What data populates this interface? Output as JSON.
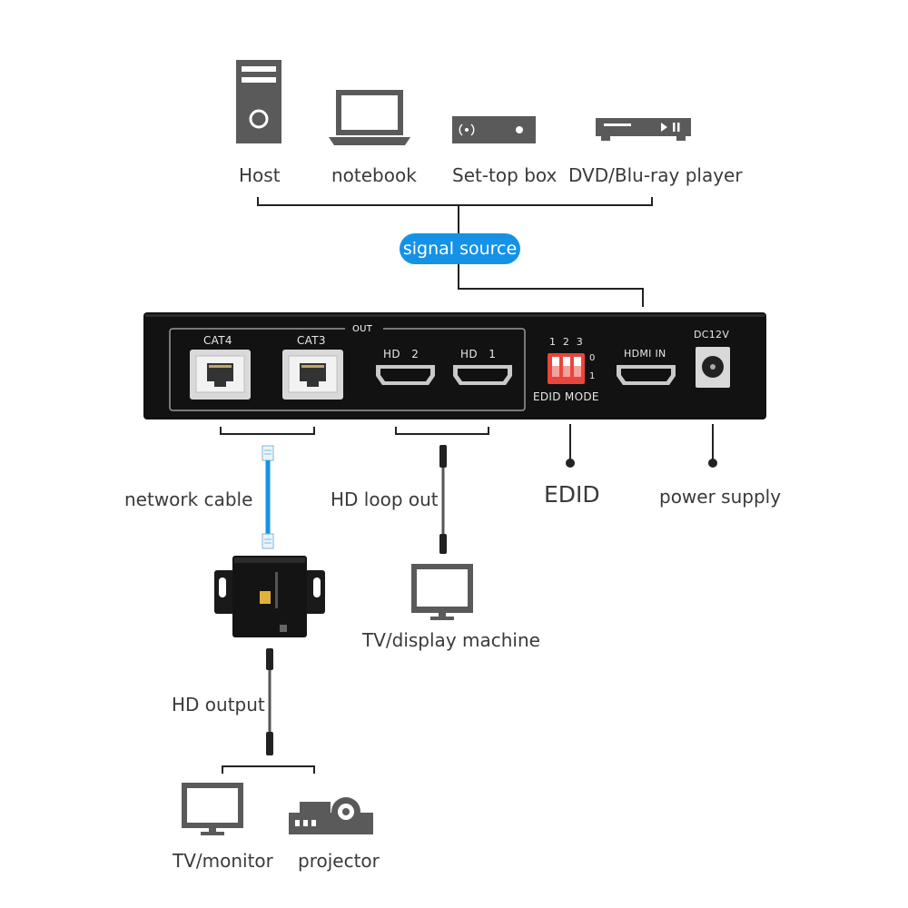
{
  "sources": {
    "host": "Host",
    "notebook": "notebook",
    "settop": "Set-top box",
    "dvd": "DVD/Blu-ray player"
  },
  "signal_source": "signal source",
  "device": {
    "out": "OUT",
    "cat4": "CAT4",
    "cat3": "CAT3",
    "hd2": "HD   2",
    "hd1": "HD   1",
    "dip_nums": "1  2  3",
    "dip_zero": "0",
    "dip_one": "1",
    "edid_mode": "EDID MODE",
    "hdmi_in": "HDMI IN",
    "dc": "DC12V"
  },
  "outputs": {
    "network_cable": "network cable",
    "hd_loop_out": "HD loop out",
    "edid": "EDID",
    "power_supply": "power supply",
    "tv_display": "TV/display machine",
    "hd_output": "HD output",
    "tv_monitor": "TV/monitor",
    "projector": "projector"
  },
  "colors": {
    "accent": "#1592e6",
    "device": "#121212",
    "icon": "#5a5a5a",
    "dip": "#e8463c"
  }
}
